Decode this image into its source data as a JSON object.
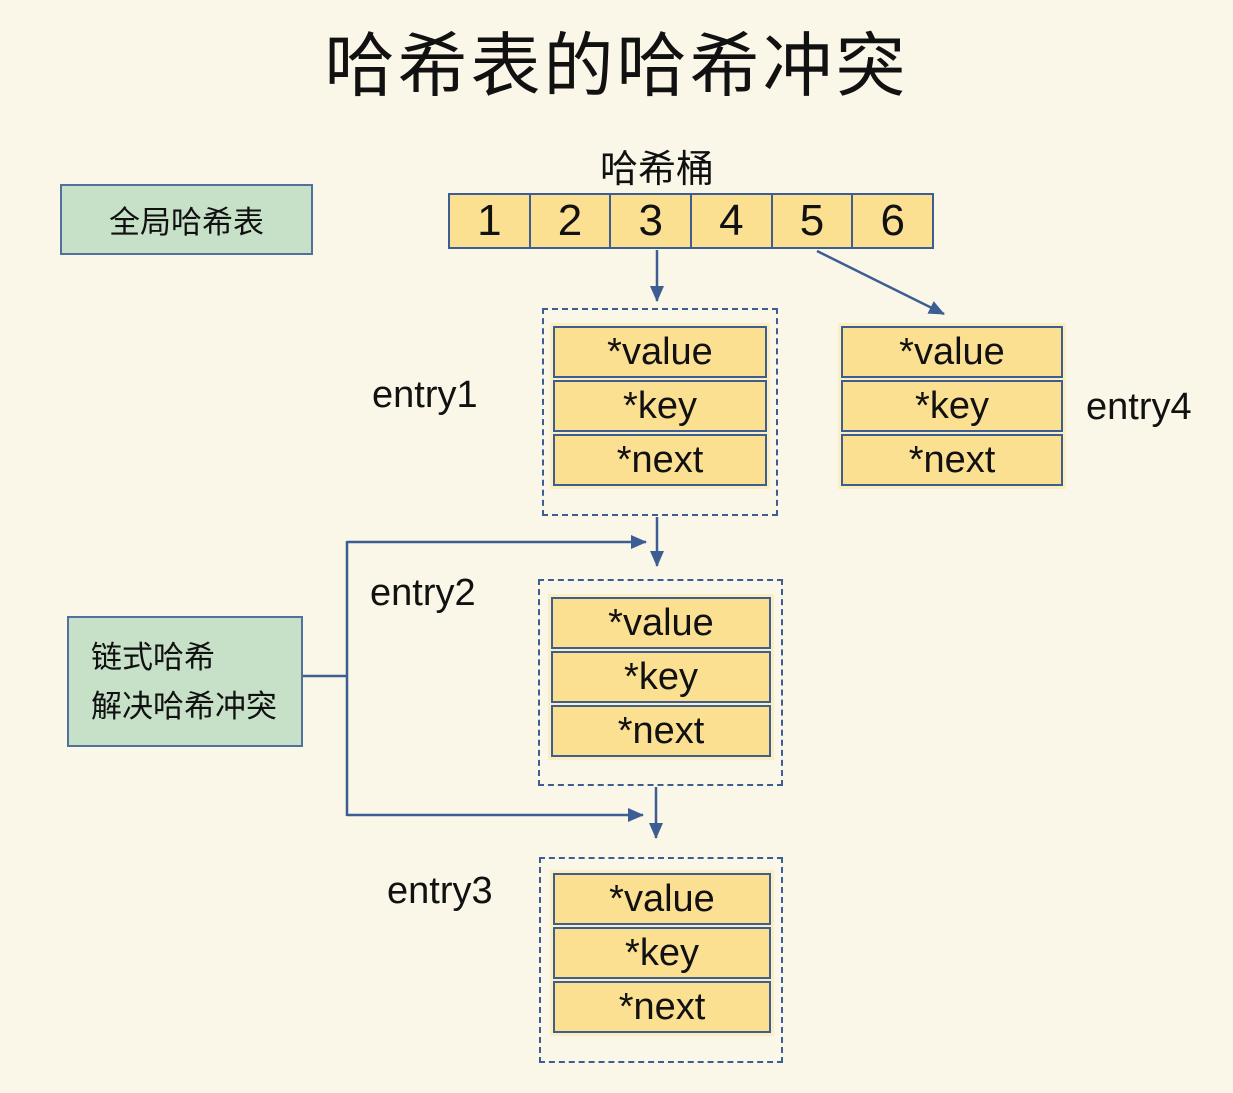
{
  "title": "哈希表的哈希冲突",
  "bucket": {
    "label": "哈希桶",
    "cells": [
      "1",
      "2",
      "3",
      "4",
      "5",
      "6"
    ]
  },
  "global_box": {
    "label": "全局哈希表"
  },
  "chain_box": {
    "line1": "链式哈希",
    "line2": "解决哈希冲突"
  },
  "entries": [
    {
      "label": "entry1",
      "fields": [
        "*value",
        "*key",
        "*next"
      ]
    },
    {
      "label": "entry2",
      "fields": [
        "*value",
        "*key",
        "*next"
      ]
    },
    {
      "label": "entry3",
      "fields": [
        "*value",
        "*key",
        "*next"
      ]
    },
    {
      "label": "entry4",
      "fields": [
        "*value",
        "*key",
        "*next"
      ]
    }
  ],
  "colors": {
    "background": "#FAF7E8",
    "cell_yellow": "#FBE092",
    "cell_halo": "#FBEFC2",
    "box_green": "#C7E0C8",
    "line_blue": "#3D5E92",
    "text": "#111111"
  }
}
